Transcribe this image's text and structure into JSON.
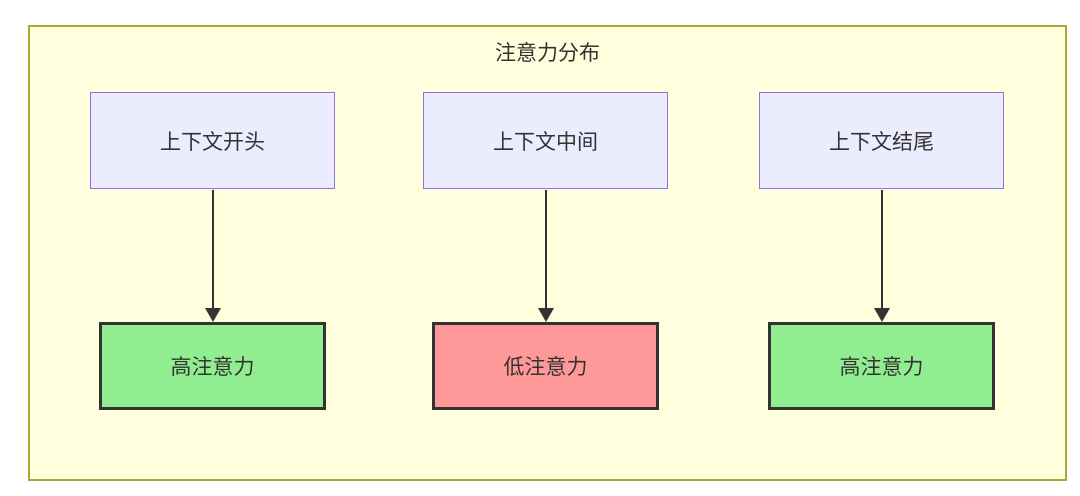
{
  "diagram": {
    "title": "注意力分布",
    "columns": [
      {
        "source": "上下文开头",
        "target": "高注意力",
        "target_level": "high"
      },
      {
        "source": "上下文中间",
        "target": "低注意力",
        "target_level": "low"
      },
      {
        "source": "上下文结尾",
        "target": "高注意力",
        "target_level": "high"
      }
    ],
    "colors": {
      "cluster_fill": "#ffffde",
      "cluster_border": "#aaaa33",
      "node_fill": "#ececff",
      "node_border": "#9370db",
      "high_fill": "#90ee90",
      "low_fill": "#ff9999",
      "result_border": "#333333",
      "arrow": "#333333",
      "text": "#333333"
    }
  }
}
